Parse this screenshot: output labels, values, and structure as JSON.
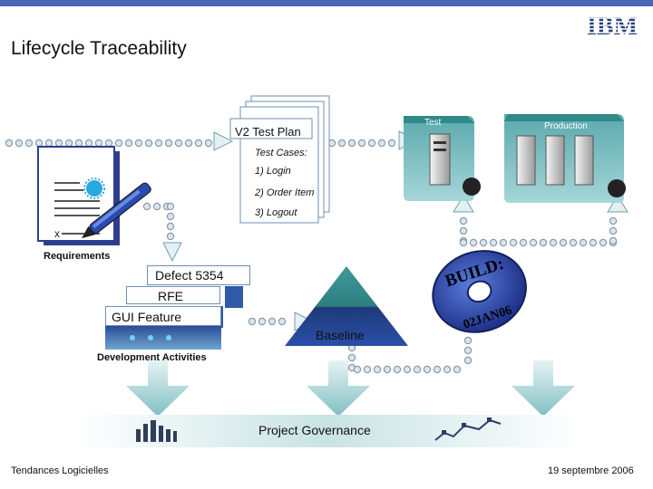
{
  "header": {
    "title": "Lifecycle Traceability",
    "logo_text": "IBM"
  },
  "test_plan": {
    "title": "V2 Test Plan",
    "cases_label": "Test Cases:",
    "cases": [
      "1) Login",
      "2) Order Item",
      "3) Logout"
    ]
  },
  "requirements": {
    "label": "Requirements",
    "doc_mark": "x"
  },
  "development": {
    "items": [
      "Defect 5354",
      "RFE",
      "GUI Feature"
    ],
    "label": "Development Activities"
  },
  "baseline": {
    "label": "Baseline"
  },
  "build": {
    "text": "BUILD:",
    "date": "02JAN06"
  },
  "environments": {
    "test": "Test",
    "production": "Production"
  },
  "governance": {
    "label": "Project Governance"
  },
  "footer": {
    "left": "Tendances Logicielles",
    "right": "19 septembre 2006"
  },
  "colors": {
    "accent": "#4d66b3",
    "teal": "#3d9a9a",
    "dot_fill": "#dbe7ef",
    "dot_stroke": "#8a9aa8",
    "panel": "#9ac7c9"
  }
}
